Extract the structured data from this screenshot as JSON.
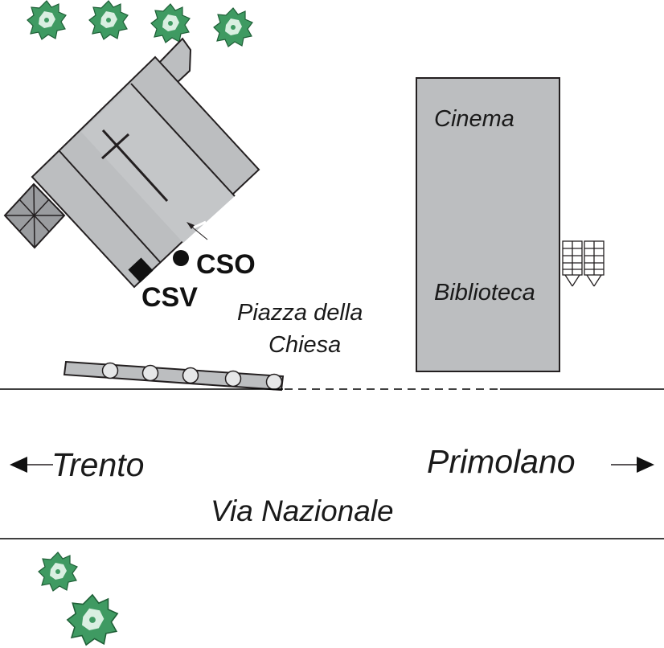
{
  "labels": {
    "cinema": "Cinema",
    "biblioteca": "Biblioteca",
    "piazza_line1": "Piazza della",
    "piazza_line2": "Chiesa",
    "cso": "CSO",
    "csv": "CSV",
    "trento": "Trento",
    "primolano": "Primolano",
    "via_nazionale": "Via Nazionale"
  },
  "colors": {
    "building_fill": "#bcbec0",
    "building_stroke": "#231f20",
    "church_face": "#c4c6c8",
    "tree_fill": "#3f9a62",
    "tree_light": "#d9efe1",
    "road_line": "#000000"
  },
  "icons": {
    "church_cross": "latin-cross-icon",
    "tree": "shrub-icon",
    "arrow_left": "arrow-left-icon",
    "arrow_right": "arrow-right-icon",
    "station_dot": "filled-circle-icon",
    "station_square": "filled-square-icon"
  }
}
